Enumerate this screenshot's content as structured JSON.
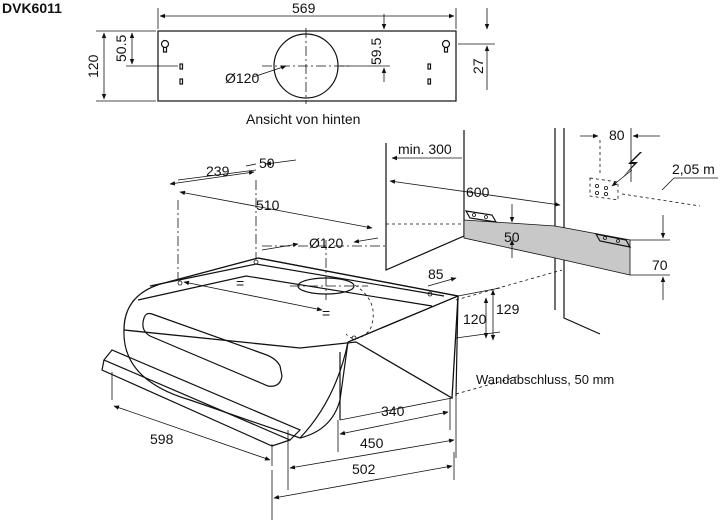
{
  "model": "DVK6011",
  "rear_view": {
    "caption": "Ansicht von hinten",
    "width": "569",
    "height": "120",
    "hole_offset": "50.5",
    "duct_offset": "59.5",
    "duct_diameter": "Ø120",
    "right_offset": "27"
  },
  "hood": {
    "dim_239": "239",
    "dim_50_top": "50",
    "dim_510": "510",
    "dim_duct": "Ø120",
    "dim_85": "85",
    "eq_left": "=",
    "eq_right": "=",
    "dim_120": "120",
    "dim_129": "129",
    "dim_598": "598",
    "dim_340": "340",
    "dim_450": "450",
    "dim_502": "502"
  },
  "cabinet": {
    "min_label": "min. 300",
    "dim_600": "600",
    "dim_80": "80",
    "dim_205": "2,05 m",
    "dim_50": "50",
    "dim_70": "70"
  },
  "wall_note": "Wandabschluss, 50 mm"
}
